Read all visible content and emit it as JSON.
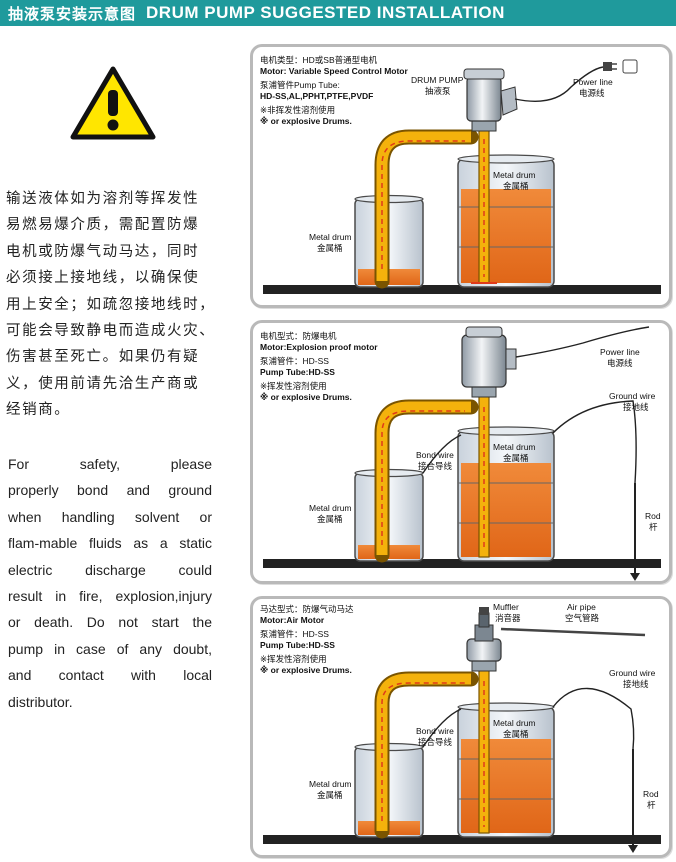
{
  "header": {
    "title_cn": "抽液泵安装示意图",
    "title_en": "DRUM PUMP SUGGESTED INSTALLATION"
  },
  "warning": {
    "icon": "warning-triangle-icon",
    "text_cn_lines": [
      "输送液体如为溶剂等挥发性",
      "易燃易爆介质，需配置防爆",
      "电机或防爆气动马达，同时",
      "必须接上接地线，以确保使",
      "用上安全；如疏忽接地线时，",
      "可能会导致静电而造成火灾、",
      "伤害甚至死亡。如果仍有疑",
      "义，使用前请先洽生产商或",
      "经销商。"
    ],
    "text_en_lines": [
      "For safety, please",
      "properly bond and ground",
      "when handling solvent or",
      "flam-mable fluids as a static",
      "electric discharge could",
      "result in fire, explosion,injury",
      "or death. Do not start the",
      "pump in case of any doubt,",
      "and contact with local",
      "distributor."
    ]
  },
  "diagrams": [
    {
      "motor_cn": "电机类型：HD或SB普通型电机",
      "motor_en": "Motor: Variable Speed Control Motor",
      "tube_cn": "泵浦管件Pump Tube:",
      "tube_en": "HD-SS,AL,PPHT,PTFE,PVDF",
      "note_cn": "※非挥发性溶剂使用",
      "note_en": "※ or explosive Drums.",
      "pump_en": "DRUM PUMP",
      "pump_cn": "抽液泵",
      "power_en": "Power  line",
      "power_cn": "电源线",
      "big_drum_en": "Metal drum",
      "big_drum_cn": "金属桶",
      "small_drum_en": "Metal drum",
      "small_drum_cn": "金属桶"
    },
    {
      "motor_cn": "电机型式：防爆电机",
      "motor_en": "Motor:Explosion proof motor",
      "tube_cn": "泵浦管件：HD-SS",
      "tube_en": "Pump Tube:HD-SS",
      "note_cn": "※挥发性溶剂使用",
      "note_en": "※ or explosive Drums.",
      "power_en": "Power  line",
      "power_cn": "电源线",
      "ground_en": "Ground wire",
      "ground_cn": "接地线",
      "bond_en": "Bond wire",
      "bond_cn": "接合导线",
      "big_drum_en": "Metal drum",
      "big_drum_cn": "金属桶",
      "small_drum_en": "Metal drum",
      "small_drum_cn": "金属桶",
      "rod_en": "Rod",
      "rod_cn": "杆"
    },
    {
      "motor_cn": "马达型式：防爆气动马达",
      "motor_en": "Motor:Air Motor",
      "tube_cn": "泵浦管件：HD-SS",
      "tube_en": "Pump Tube:HD-SS",
      "note_cn": "※挥发性溶剂使用",
      "note_en": "※ or explosive Drums.",
      "muffler_en": "Muffler",
      "muffler_cn": "消音器",
      "air_en": "Air pipe",
      "air_cn": "空气管路",
      "ground_en": "Ground wire",
      "ground_cn": "接地线",
      "bond_en": "Bond wire",
      "bond_cn": "接合导线",
      "big_drum_en": "Metal drum",
      "big_drum_cn": "金属桶",
      "small_drum_en": "Metal drum",
      "small_drum_cn": "金属桶",
      "rod_en": "Rod",
      "rod_cn": "杆"
    }
  ]
}
